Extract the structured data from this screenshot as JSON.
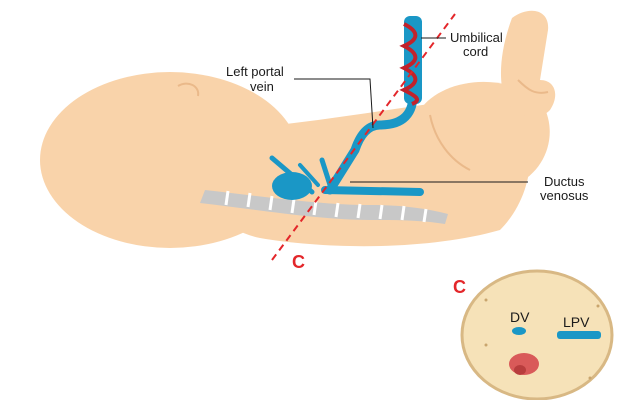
{
  "labels": {
    "umbilical_cord": [
      "Umbilical",
      "cord"
    ],
    "left_portal_vein": [
      "Left portal",
      "vein"
    ],
    "ductus_venosus": [
      "Ductus",
      "venosus"
    ],
    "section_line": "C",
    "section_panel": "C",
    "dv": "DV",
    "lpv": "LPV"
  },
  "colors": {
    "skin": "#f9d3aa",
    "skin_outline": "#eab98a",
    "vessel": "#1a97c6",
    "cord_stripe": "#c2222b",
    "section_line": "#e3262a",
    "spine": "#c8c8c8",
    "section_fill": "#f6e2b8",
    "section_outline": "#d8b884",
    "stomach": "#d95a59"
  },
  "icons": {
    "fetus": "fetus-silhouette-icon",
    "spine": "spine-icon",
    "section": "cross-section-icon"
  }
}
